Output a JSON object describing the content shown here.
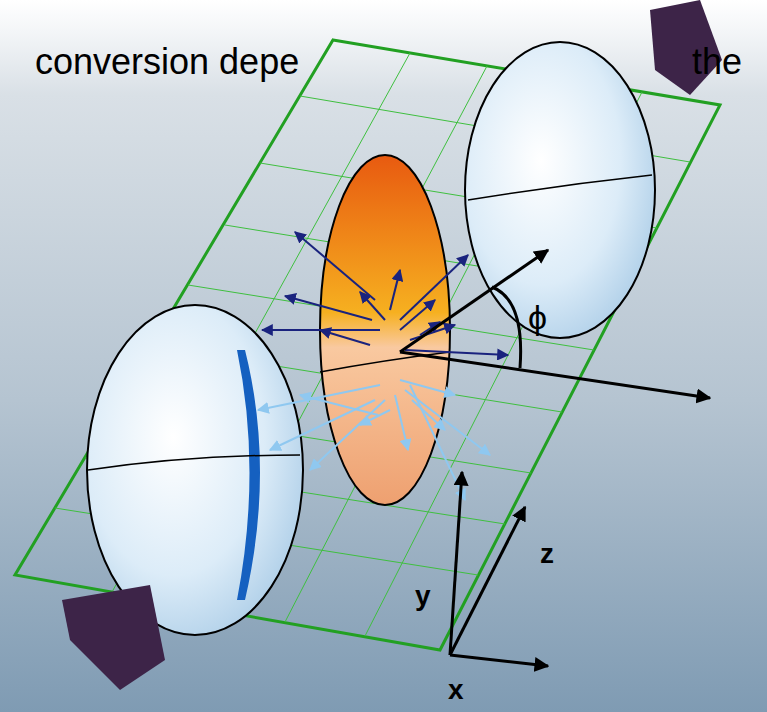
{
  "diagram": {
    "labels": [
      "conversion depe",
      "the",
      "ϕ",
      "y",
      "z",
      "x"
    ]
  }
}
